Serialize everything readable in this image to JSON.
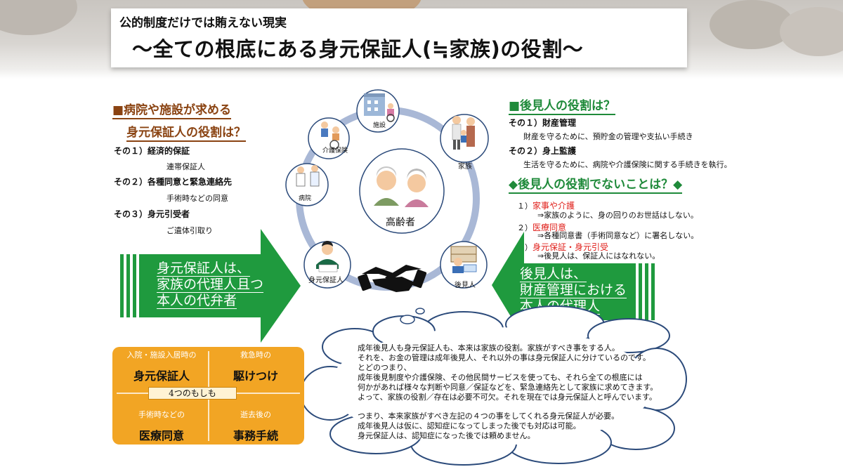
{
  "header": {
    "subtitle": "公的制度だけでは賄えない現実",
    "title": "〜全ての根底にある身元保証人(≒家族)の役割〜"
  },
  "left": {
    "heading_line1": "■病院や施設が求める",
    "heading_line2": "身元保証人の役割は？",
    "items": [
      {
        "title": "その１）経済的保証",
        "detail": "連帯保証人"
      },
      {
        "title": "その２）各種同意と緊急連絡先",
        "detail": "手術時などの同意"
      },
      {
        "title": "その３）身元引受者",
        "detail": "ご遺体引取り"
      }
    ]
  },
  "right": {
    "heading": "■後見人の役割は？",
    "items": [
      {
        "title": "その１）財産管理",
        "detail": "財産を守るために、預貯金の管理や支払い手続き"
      },
      {
        "title": "その２）身上監護",
        "detail": "生活を守るために、病院や介護保険に関する手続きを執行。"
      }
    ],
    "not_heading": "◆後見人の役割でないことは？◆",
    "not_items": [
      {
        "num": "１）",
        "title": "家事や介護",
        "detail": "⇒家族のように、身の回りのお世話はしない。"
      },
      {
        "num": "２）",
        "title": "医療同意",
        "detail": "⇒各種同意書（手術同意など）に署名しない。"
      },
      {
        "num": "３）",
        "title": "身元保証・身元引受",
        "detail": "⇒後見人は、保証人にはなれない。"
      }
    ]
  },
  "arrow_left": {
    "line1": "身元保証人は、",
    "line2": "家族の代理人且つ",
    "line3": "本人の代弁者"
  },
  "arrow_right": {
    "line1": "後見人は、",
    "line2": "財産管理における",
    "line3": "本人の代理人"
  },
  "diagram": {
    "center": "高齢者",
    "nodes": {
      "facility": "施設",
      "care": "介護保険",
      "family": "家族",
      "hospital": "病院",
      "guarantor": "身元保証人",
      "guardian": "後見人"
    }
  },
  "four_boxes": {
    "center": "4つのもしも",
    "cells": [
      {
        "label": "入院・施設入居時の",
        "value": "身元保証人"
      },
      {
        "label": "救急時の",
        "value": "駆けつけ"
      },
      {
        "label": "手術時などの",
        "value": "医療同意"
      },
      {
        "label": "逝去後の",
        "value": "事務手続"
      }
    ]
  },
  "cloud": {
    "lines": [
      "成年後見人も身元保証人も、本来は家族の役割。家族がすべき事をする人。",
      "それを、お金の管理は成年後見人、それ以外の事は身元保証人に分けているのです。",
      "とどのつまり、",
      "成年後見制度や介護保険、その他民間サービスを使っても、それら全ての根底には",
      "何かがあれば様々な判断や同意／保証などを、緊急連絡先として家族に求めてきます。",
      "よって、家族の役割／存在は必要不可欠。それを現在では身元保証人と呼んでいます。",
      "",
      "つまり、本来家族がすべき左記の４つの事をしてくれる身元保証人が必要。",
      "成年後見人は仮に、認知症になってしまった後でも対応は可能。",
      "身元保証人は、認知症になった後では頼めません。"
    ]
  },
  "colors": {
    "green": "#1f9a3e",
    "brown": "#8a4312",
    "orange": "#f2a524",
    "red": "#e0201b",
    "ring": "#a9b8d6"
  }
}
